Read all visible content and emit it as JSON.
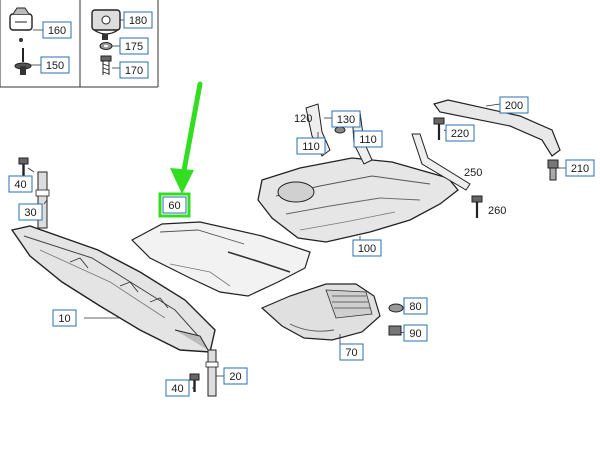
{
  "legend": {
    "items": [
      {
        "label": "160",
        "icon": "clip-nut-icon"
      },
      {
        "label": "150",
        "icon": "push-rivet-icon"
      },
      {
        "label": "180",
        "icon": "spring-nut-icon"
      },
      {
        "label": "175",
        "icon": "washer-icon"
      },
      {
        "label": "170",
        "icon": "screw-icon"
      }
    ]
  },
  "callouts": [
    {
      "id": "10",
      "label": "10"
    },
    {
      "id": "20",
      "label": "20"
    },
    {
      "id": "30",
      "label": "30"
    },
    {
      "id": "40a",
      "label": "40"
    },
    {
      "id": "40b",
      "label": "40"
    },
    {
      "id": "60",
      "label": "60"
    },
    {
      "id": "70",
      "label": "70"
    },
    {
      "id": "80",
      "label": "80"
    },
    {
      "id": "90",
      "label": "90"
    },
    {
      "id": "100",
      "label": "100"
    },
    {
      "id": "110a",
      "label": "110"
    },
    {
      "id": "110b",
      "label": "110"
    },
    {
      "id": "130",
      "label": "130"
    },
    {
      "id": "200",
      "label": "200"
    },
    {
      "id": "210",
      "label": "210"
    },
    {
      "id": "220",
      "label": "220"
    }
  ],
  "plain_labels": [
    {
      "id": "120",
      "label": "120"
    },
    {
      "id": "250",
      "label": "250"
    },
    {
      "id": "260",
      "label": "260"
    }
  ],
  "colors": {
    "callout_border": "#2a6fb0",
    "highlight": "#33dd22",
    "line": "#333333"
  }
}
